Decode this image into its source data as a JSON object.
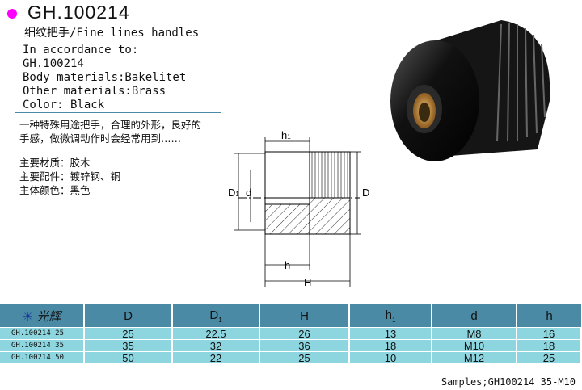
{
  "header": {
    "title": "GH.100214",
    "subtitle": "细纹把手/Fine lines handles"
  },
  "spec": [
    "In accordance to:",
    "GH.100214",
    "Body materials:Bakelitet",
    "Other materials:Brass",
    "Color: Black"
  ],
  "description": [
    "一种特殊用途把手，合理的外形，良好的",
    "手感，做微调动作时会经常用到……"
  ],
  "materials": [
    "主要材质：胶木",
    "主要配件：镀锌钢、铜",
    "主体颜色：黑色"
  ],
  "drawing": {
    "labels": {
      "h1": "h",
      "D1": "D",
      "d": "d",
      "D": "D",
      "h": "h",
      "H": "H",
      "sub1": "1"
    }
  },
  "table": {
    "logo_text": "光辉",
    "headers": [
      "D",
      "D",
      "H",
      "h",
      "d",
      "h"
    ],
    "header_subs": [
      "",
      "1",
      "",
      "1",
      "",
      ""
    ],
    "rows": [
      {
        "model": "GH.100214 25",
        "values": [
          "25",
          "22.5",
          "26",
          "13",
          "M8",
          "16"
        ]
      },
      {
        "model": "GH.100214 35",
        "values": [
          "35",
          "32",
          "36",
          "18",
          "M10",
          "18"
        ]
      },
      {
        "model": "GH.100214 50",
        "values": [
          "50",
          "22",
          "25",
          "10",
          "M12",
          "25"
        ]
      }
    ]
  },
  "samples": "Samples;GH100214 35-M10",
  "colors": {
    "header": "#4a8aa5",
    "row": "#8dd6e0",
    "bullet": "#ff00ff"
  }
}
